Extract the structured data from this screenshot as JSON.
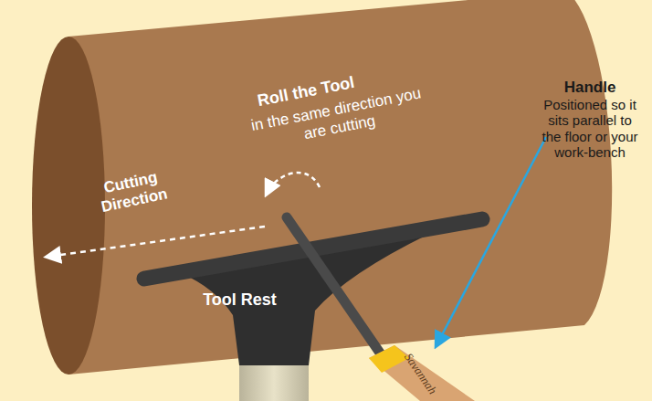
{
  "diagram": {
    "labels": [
      "Roll the Tool",
      "in the same direction you are cutting",
      "Cutting Direction",
      "Tool Rest",
      "Handle",
      "Positioned so it sits parallel to the floor or your work-bench",
      "Savannah"
    ]
  }
}
